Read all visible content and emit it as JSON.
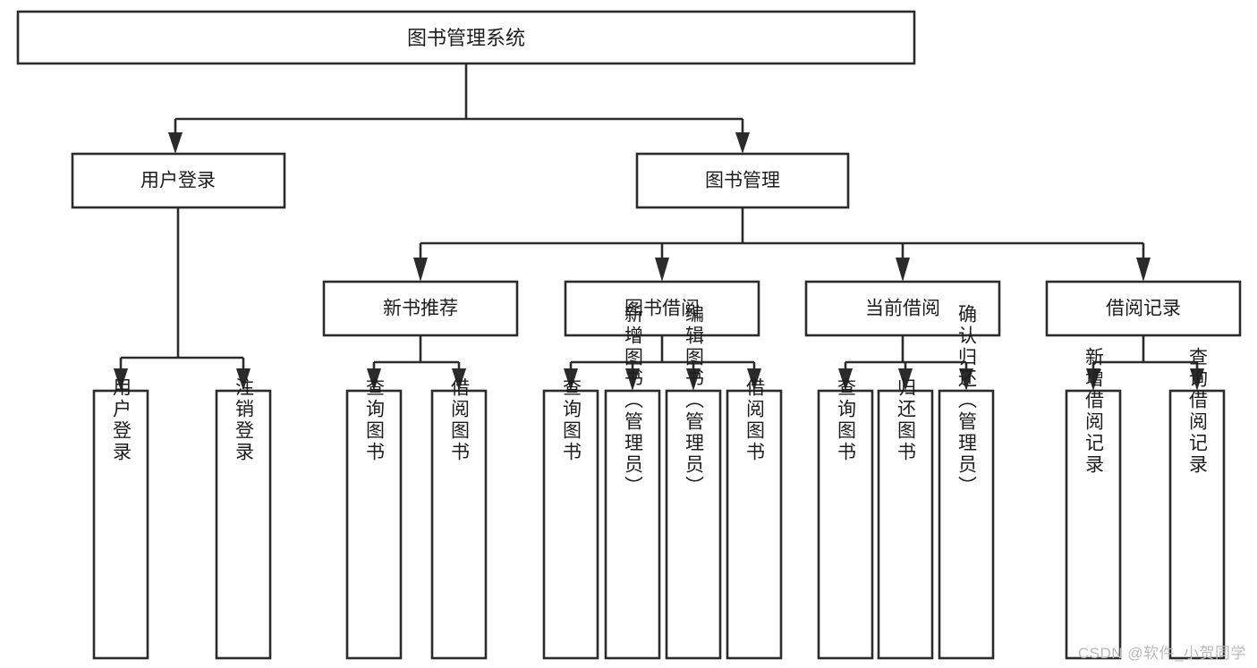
{
  "diagram": {
    "title": "图书管理系统",
    "watermark": "CSDN @软件_小贺同学",
    "colors": {
      "stroke": "#2b2b2b",
      "fill": "#ffffff",
      "text": "#1d1d1d",
      "watermark": "#b9b9b9",
      "background": "#ffffff"
    },
    "root": {
      "label": "图书管理系统"
    },
    "level2": [
      {
        "label": "用户登录"
      },
      {
        "label": "图书管理"
      }
    ],
    "level3": [
      {
        "label": "新书推荐"
      },
      {
        "label": "图书借阅"
      },
      {
        "label": "当前借阅"
      },
      {
        "label": "借阅记录"
      }
    ],
    "leaves": {
      "user_login": [
        {
          "label": "用户登录"
        },
        {
          "label": "注销登录"
        }
      ],
      "new_book_recommend": [
        {
          "label": "查询图书"
        },
        {
          "label": "借阅图书"
        }
      ],
      "book_borrow": [
        {
          "label": "查询图书"
        },
        {
          "label": "新增图书（管理员）"
        },
        {
          "label": "编辑图书（管理员）"
        },
        {
          "label": "借阅图书"
        }
      ],
      "current_borrow": [
        {
          "label": "查询图书"
        },
        {
          "label": "归还图书"
        },
        {
          "label": "确认归还（管理员）"
        }
      ],
      "borrow_record": [
        {
          "label": "新增借阅记录"
        },
        {
          "label": "查询借阅记录"
        }
      ]
    }
  }
}
